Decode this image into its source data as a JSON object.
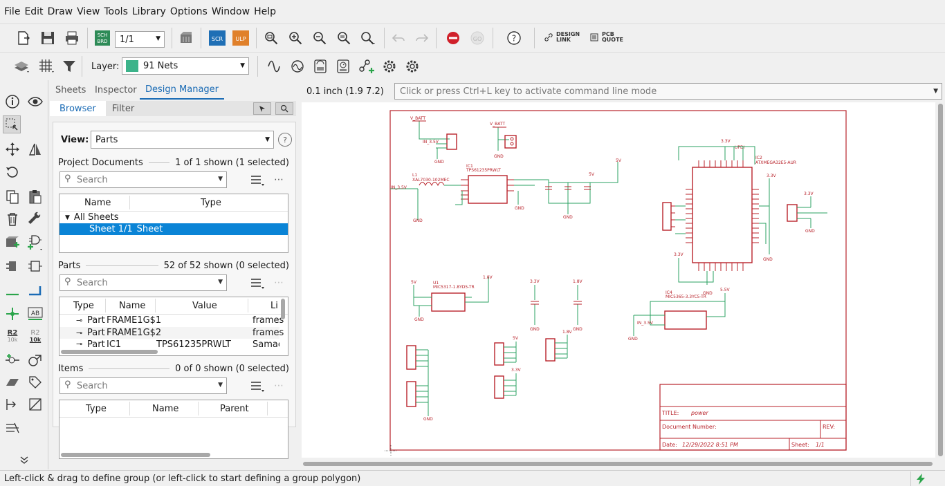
{
  "menu": [
    "File",
    "Edit",
    "Draw",
    "View",
    "Tools",
    "Library",
    "Options",
    "Window",
    "Help"
  ],
  "toolbar1": {
    "sheet_value": "1/1",
    "sch_brd_label": "SCH BRD",
    "scr_label": "SCR",
    "ulp_label": "ULP",
    "design_link_label": "DESIGN LINK",
    "pcb_quote_label": "PCB QUOTE",
    "help_label": "?"
  },
  "toolbar2": {
    "layer_label": "Layer:",
    "layer_value": "91 Nets",
    "layer_color": "#3cb38a"
  },
  "panel": {
    "tabs": [
      "Sheets",
      "Inspector",
      "Design Manager"
    ],
    "active_tab": "Design Manager",
    "subtabs": [
      "Browser",
      "Filter"
    ],
    "view_label": "View:",
    "view_value": "Parts",
    "project_documents": {
      "title": "Project Documents",
      "count": "1 of 1 shown (1 selected)",
      "search_placeholder": "Search",
      "columns": [
        "Name",
        "Type"
      ],
      "rows": [
        {
          "name": "All Sheets",
          "type": ""
        },
        {
          "name": "Sheet 1/1",
          "type": "Sheet"
        }
      ]
    },
    "parts": {
      "title": "Parts",
      "count": "52 of 52 shown (0 selected)",
      "search_placeholder": "Search",
      "columns": [
        "Type",
        "Name",
        "Value",
        "Li"
      ],
      "rows": [
        {
          "type": "Part",
          "name": "FRAME1G$1",
          "value": "",
          "lib": "frames"
        },
        {
          "type": "Part",
          "name": "FRAME1G$2",
          "value": "",
          "lib": "frames"
        },
        {
          "type": "Part",
          "name": "IC1",
          "value": "TPS61235PRWLT",
          "lib": "Samac"
        }
      ]
    },
    "items": {
      "title": "Items",
      "count": "0 of 0 shown (0 selected)",
      "search_placeholder": "Search",
      "columns": [
        "Type",
        "Name",
        "Parent"
      ]
    }
  },
  "view": {
    "coords": "0.1 inch (1.9 7.2)",
    "command_placeholder": "Click or press Ctrl+L key to activate command line mode"
  },
  "schematic": {
    "labels": {
      "vbatt1": "V_BATT",
      "vbatt2": "V_BATT",
      "in35v_1": "IN_3.5V",
      "in35v_2": "IN_3.5V",
      "in35v_3": "IN_3.5V",
      "gnd": "GND",
      "v33": "3.3V",
      "v5": "5V",
      "v55": "5.5V",
      "v18": "1.8V",
      "l1": "L1",
      "l1_part": "XAL7030-102MEC",
      "ic1": "IC1",
      "ic1_part": "TPS61235PRWLT",
      "u1": "U1",
      "u1_part": "MIC5317-1.8YD5-TR",
      "ic2": "IC2",
      "ic2_part": "ATXMEGA32E5-AUR",
      "ic4": "IC4",
      "ic4_part": "MIC5365-3.3YC5-TR",
      "updi": "UPDI"
    },
    "title_block": {
      "title_label": "TITLE:",
      "title_value": "power",
      "docnum_label": "Document Number:",
      "rev_label": "REV:",
      "date_label": "Date:",
      "date_value": "12/29/2022 8:51 PM",
      "sheet_label": "Sheet:",
      "sheet_value": "1/1"
    }
  },
  "status": {
    "message": "Left-click & drag to define group (or left-click to start defining a group polygon)"
  },
  "left_tools": {
    "r2_a": "R2",
    "r2_a_sub": "10k",
    "r2_b": "R2",
    "r2_b_sub": "10k",
    "ab": "AB"
  }
}
